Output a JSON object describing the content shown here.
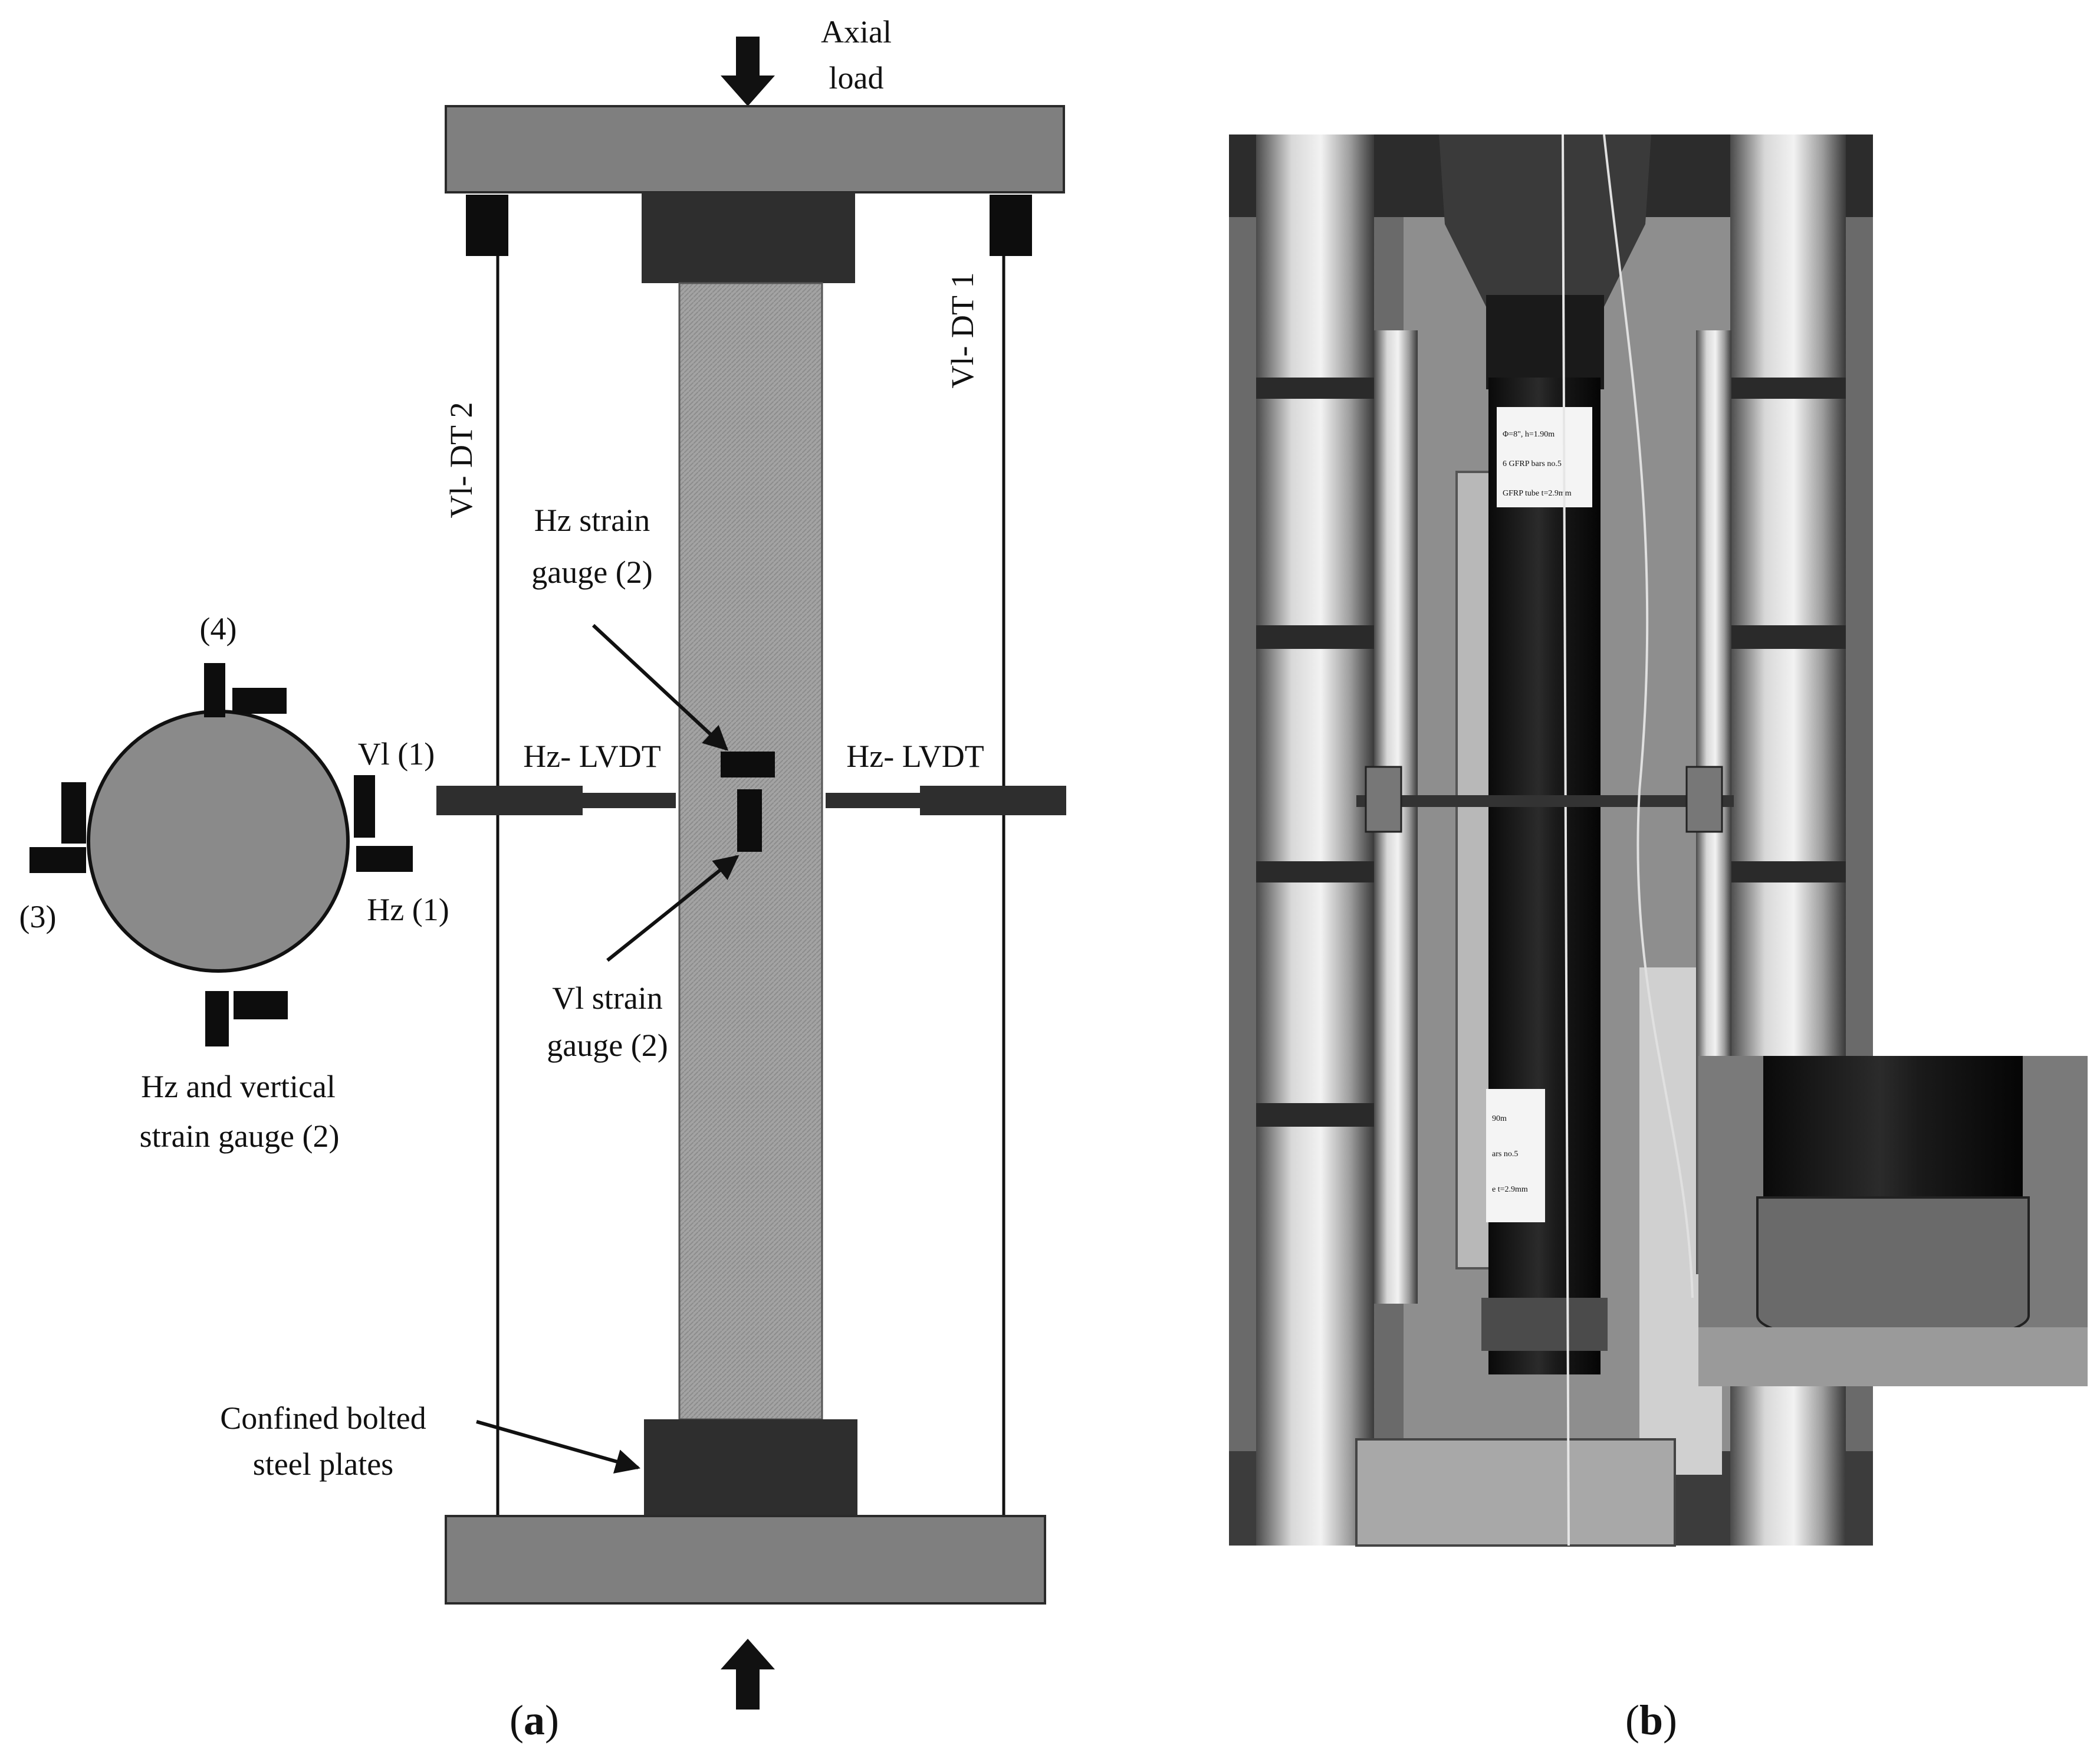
{
  "panel_a": {
    "caption_open": "(",
    "caption_letter": "a",
    "caption_close": ")",
    "axial_load": [
      "Axial",
      "load"
    ],
    "vl_dt_2": "Vl- DT 2",
    "vl_dt_1": "Vl- DT 1",
    "hz_strain_gauge": [
      "Hz strain",
      "gauge (2)"
    ],
    "vl_strain_gauge": [
      "Vl strain",
      "gauge (2)"
    ],
    "hz_lvdt_left": "Hz- LVDT",
    "hz_lvdt_right": "Hz- LVDT",
    "section": {
      "pos_4": "(4)",
      "pos_3": "(3)",
      "vl_1": "Vl (1)",
      "hz_1": "Hz (1)",
      "caption": [
        "Hz and vertical",
        "strain gauge (2)"
      ]
    },
    "confined_plates": [
      "Confined bolted",
      "steel plates"
    ]
  },
  "panel_b": {
    "caption_open": "(",
    "caption_letter": "b",
    "caption_close": ")",
    "label_top": [
      "Φ=8\", h=1.90m",
      "6 GFRP bars no.5",
      "GFRP tube t=2.9mm"
    ],
    "label_bottom": [
      "90m",
      "ars no.5",
      "e t=2.9mm"
    ]
  },
  "colors": {
    "platen": "#7f7f7f",
    "column": "#9a9a9a",
    "dark_block": "#2e2e2e",
    "gauge": "#0d0d0d",
    "section": "#8a8a8a"
  }
}
